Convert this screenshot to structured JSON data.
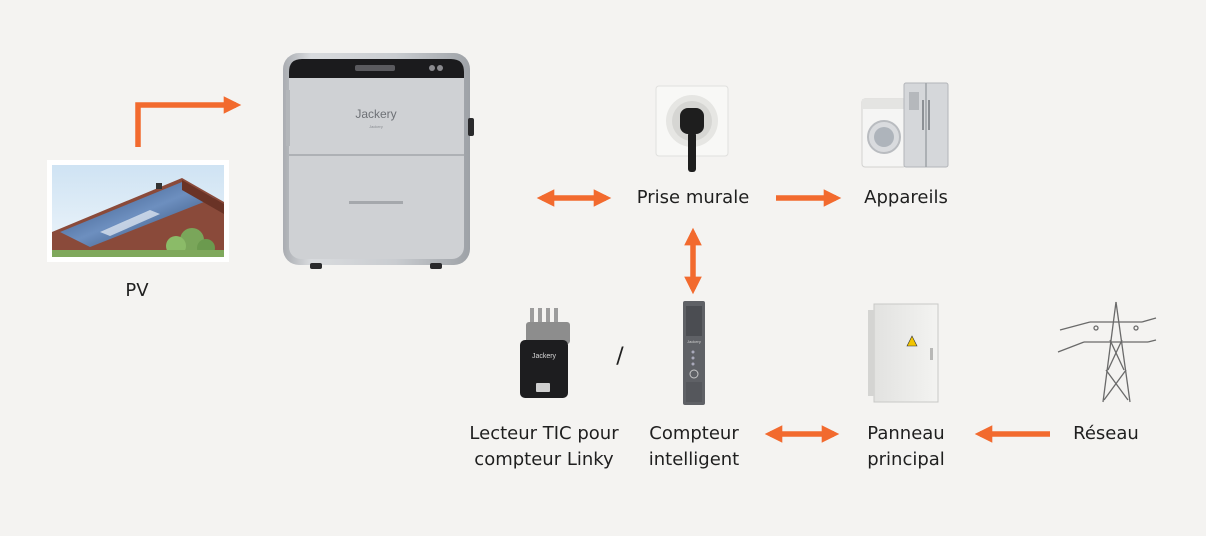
{
  "labels": {
    "pv": "PV",
    "wall_socket": "Prise murale",
    "appliances": "Appareils",
    "tic_reader_line1": "Lecteur TIC pour",
    "tic_reader_line2": "compteur Linky",
    "separator": "/",
    "smart_meter_line1": "Compteur",
    "smart_meter_line2": "intelligent",
    "main_panel_line1": "Panneau",
    "main_panel_line2": "principal",
    "grid": "Réseau"
  },
  "brand": {
    "station_logo": "Jackery",
    "reader_logo": "Jackery"
  },
  "colors": {
    "arrow": "#f26a2e",
    "background": "#f4f3f1"
  }
}
